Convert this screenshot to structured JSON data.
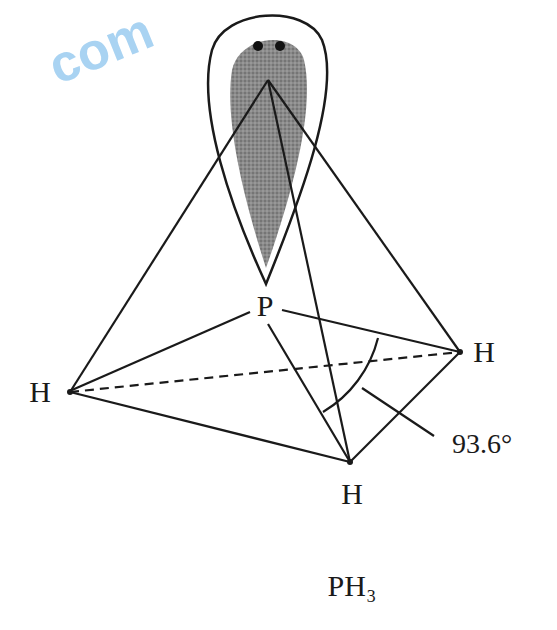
{
  "diagram": {
    "caption": "PH₃",
    "labels": [
      "com",
      "P",
      "H",
      "H",
      "H",
      "93.6°"
    ]
  }
}
